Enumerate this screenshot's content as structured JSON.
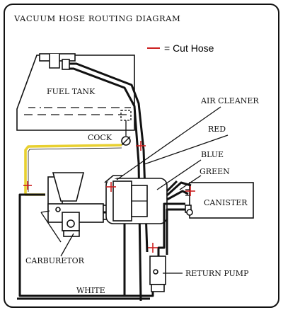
{
  "title": "VACUUM HOSE ROUTING DIAGRAM",
  "legend": {
    "text": "= Cut Hose"
  },
  "labels": {
    "fuel_tank": "FUEL TANK",
    "air_cleaner": "AIR CLEANER",
    "cock": "COCK",
    "red": "RED",
    "blue": "BLUE",
    "green": "GREEN",
    "canister": "CANISTER",
    "carburetor": "CARBURETOR",
    "return_pump": "RETURN PUMP",
    "white": "WHITE"
  },
  "colors": {
    "cut_mark": "#cc1f1f",
    "yellow_hose": "#e8d030",
    "line": "#111111"
  }
}
